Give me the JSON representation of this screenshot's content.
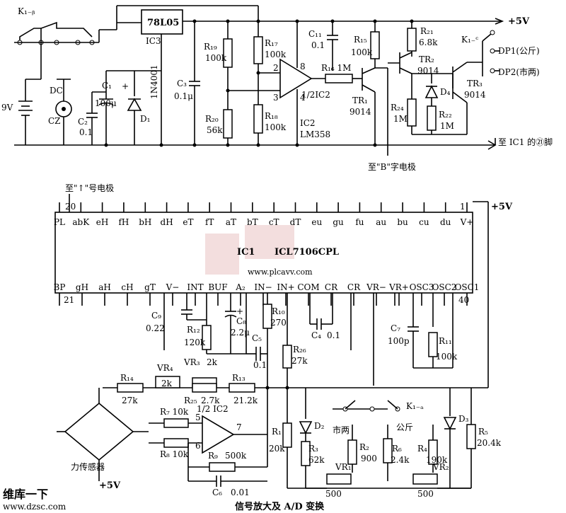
{
  "power": {
    "vcc": "+5V",
    "vcc_b": "+5V",
    "vcc_c": "+5V",
    "battery": "9V"
  },
  "switch": {
    "k1b": "K₁₋ᵦ",
    "k1c": "K₁₋ᶜ",
    "k1a": "K₁₋ₐ",
    "dc": "DC",
    "cz": "CZ"
  },
  "reg": {
    "name": "78L05",
    "ic": "IC3",
    "diode": "1N4001"
  },
  "top": {
    "c1": "C₁",
    "c1v": "100μ",
    "c2": "C₂",
    "c2v": "0.1",
    "d1": "D₁",
    "c3": "C₃",
    "c3v": "0.1μ",
    "r19": "R₁₉",
    "r19v": "100k",
    "r20": "R₂₀",
    "r20v": "56k",
    "r17": "R₁₇",
    "r17v": "100k",
    "r18": "R₁₈",
    "r18v": "100k",
    "c11": "C₁₁",
    "c11v": "0.1",
    "op": "1/2IC2",
    "p2": "2",
    "p3": "3",
    "p8": "8",
    "p4": "4",
    "ic2": "IC2",
    "ic2b": "LM358",
    "r16": "R₁₆ 1M",
    "r15": "R₁₅",
    "r15v": "100k",
    "tr1": "TR₁",
    "tr1v": "9014",
    "r21": "R₂₁",
    "r21v": "6.8k",
    "tr2": "TR₂",
    "tr2v": "9014",
    "d4": "D₄",
    "tr3": "TR₃",
    "tr3v": "9014",
    "r24": "R₂₄",
    "r24v": "1M",
    "r22": "R₂₂",
    "r22v": "1M",
    "dp1": "DP1(公斤)",
    "dp2": "DP2(市两)",
    "to_ic1": "至 IC1 的㉑脚",
    "to_b": "至\"B\"字电极"
  },
  "adc": {
    "to_arrow": "至\"↑\"号电极",
    "pin20": "20",
    "pin1": "1",
    "pin21": "21",
    "pin40": "40",
    "ic1": "IC1",
    "part": "ICL7106CPL",
    "top_pins": [
      "PL",
      "abK",
      "eH",
      "fH",
      "bH",
      "dH",
      "eT",
      "fT",
      "aT",
      "bT",
      "cT",
      "dT",
      "eu",
      "gu",
      "fu",
      "au",
      "bu",
      "cu",
      "du",
      "V+"
    ],
    "bot_pins": [
      "BP",
      "gH",
      "aH",
      "cH",
      "gT",
      "V−",
      "INT",
      "BUF",
      "A₂",
      "IN−",
      "IN+",
      "COM",
      "CR",
      "CR",
      "VR−",
      "VR+",
      "OSC3",
      "OSC2",
      "OSC1"
    ],
    "watermark": "www.plcavv.com"
  },
  "lower": {
    "c9": "C₉",
    "c9v": "0.22",
    "r12": "R₁₂",
    "r12v": "120k",
    "c8": "C₈",
    "c8v": "2.2μ",
    "c5": "C₅",
    "c5v": "0.1",
    "r10": "R₁₀",
    "r10v": "270",
    "c4": "C₄",
    "c4v": "0.1",
    "r26": "R₂₆",
    "r26v": "27k",
    "c7": "C₇",
    "c7v": "100p",
    "r11": "R₁₁",
    "r11v": "100k",
    "r14": "R₁₄",
    "r14v": "27k",
    "vr4": "VR₄",
    "vr4v": "2k",
    "vr3": "VR₃",
    "vr3v": "2k",
    "r25": "R₂₅",
    "r25v": "2.7k",
    "r13": "R₁₃",
    "r13v": "21.2k",
    "r7": "R₇ 10k",
    "r8": "R₈ 10k",
    "op": "1/2 IC2",
    "p5": "5",
    "p6": "6",
    "p7": "7",
    "r9": "R₉",
    "r9v": "500k",
    "c6": "C₆",
    "c6v": "0.01",
    "sensor": "力传感器",
    "r1": "R₁",
    "r1v": "20k",
    "d2": "D₂",
    "shiliang": "市两",
    "gongjin": "公斤",
    "r3": "R₃",
    "r3v": "62k",
    "r2": "R₂",
    "r2v": "900",
    "vr1": "VR₁",
    "vr1v": "500",
    "r6": "R₆",
    "r6v": "2.4k",
    "r4": "R₄",
    "r4v": "190k",
    "vr2": "VR₂",
    "vr2v": "500",
    "d3": "D₃",
    "r5": "R₅",
    "r5v": "20.4k"
  },
  "caption": "信号放大及 A/D 变换",
  "site": {
    "logo": "维库一下",
    "url": "www.dzsc.com"
  }
}
